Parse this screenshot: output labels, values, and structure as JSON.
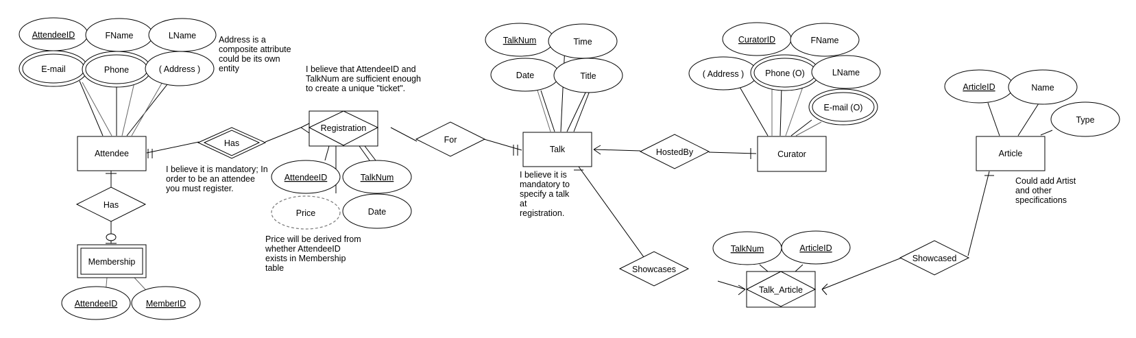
{
  "entities": {
    "attendee": "Attendee",
    "membership": "Membership",
    "registration": "Registration",
    "talk": "Talk",
    "curator": "Curator",
    "article": "Article",
    "talk_article": "Talk_Article"
  },
  "relationships": {
    "has_membership": "Has",
    "has_registration": "Has",
    "for": "For",
    "hosted_by": "HostedBy",
    "showcases": "Showcases",
    "showcased": "Showcased"
  },
  "attributes": {
    "attendee": {
      "attendee_id": "AttendeeID",
      "fname": "FName",
      "lname": "LName",
      "email": "E-mail",
      "phone": "Phone",
      "address": "( Address )"
    },
    "membership": {
      "attendee_id": "AttendeeID",
      "member_id": "MemberID"
    },
    "registration": {
      "attendee_id": "AttendeeID",
      "talk_num": "TalkNum",
      "price": "Price",
      "date": "Date"
    },
    "talk": {
      "talk_num": "TalkNum",
      "time": "Time",
      "date": "Date",
      "title": "Title"
    },
    "curator": {
      "curator_id": "CuratorID",
      "fname": "FName",
      "address": "( Address )",
      "phone": "Phone (O)",
      "lname": "LName",
      "email": "E-mail (O)"
    },
    "article": {
      "article_id": "ArticleID",
      "name": "Name",
      "type": "Type"
    },
    "talk_article": {
      "talk_num": "TalkNum",
      "article_id": "ArticleID"
    }
  },
  "notes": {
    "address": [
      "Address is a",
      "composite attribute",
      "could be its own",
      "entity"
    ],
    "ticket": [
      "I believe that AttendeeID and",
      "TalkNum are sufficient enough",
      "to create a unique \"ticket\"."
    ],
    "registration_mandatory": [
      "I believe it is mandatory; In",
      "order to be an attendee",
      "you must register."
    ],
    "price": [
      "Price will be derived from",
      "whether AttendeeID",
      "exists in Membership",
      "table"
    ],
    "talk_mandatory": [
      "I believe it is",
      "mandatory to",
      "specify a talk",
      "at",
      "registration."
    ],
    "article": [
      "Could add Artist",
      "and other",
      "specifications"
    ]
  }
}
